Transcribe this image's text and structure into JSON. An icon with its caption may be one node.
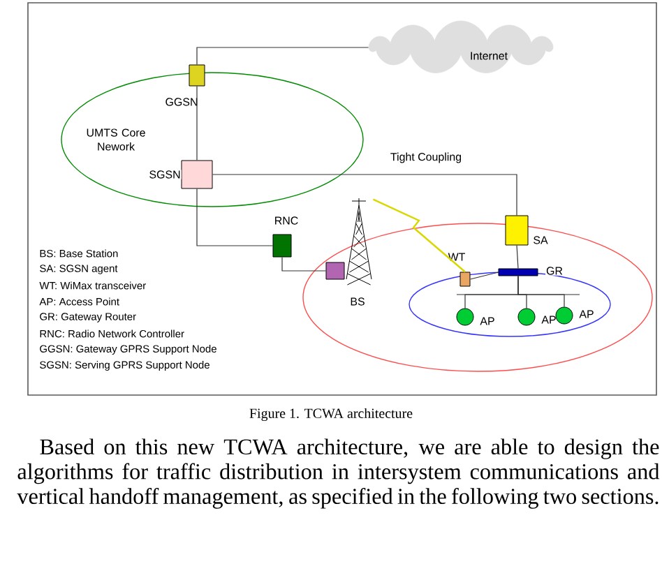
{
  "diagram": {
    "caption": "Figure 1. TCWA architecture",
    "nodes": [
      {
        "text": [
          "UMTS Core Nework"
        ]
      },
      {
        "text": [
          "Internet"
        ]
      },
      {
        "text": [],
        "shape": "box",
        "beside": [
          "GGSN"
        ]
      },
      {
        "text": [],
        "shape": "box",
        "beside": [
          "SGSN"
        ],
        "in": 0
      },
      {
        "text": [],
        "shape": "box",
        "beside": [
          "RNC"
        ]
      },
      {
        "text": [],
        "shape": "ellipse"
      },
      {
        "text": [],
        "shape": "box",
        "in": 5
      },
      {
        "text": [],
        "shape": "picture",
        "beside": [
          "BS"
        ]
      },
      {
        "text": [],
        "shape": "box",
        "beside": [
          "SA"
        ]
      },
      {
        "text": [],
        "shape": "ellipse",
        "in": 5
      },
      {
        "text": [],
        "shape": "box",
        "beside": [
          "WT"
        ],
        "in": 9
      },
      {
        "text": [],
        "shape": "bar",
        "beside": [
          "GR"
        ],
        "in": 9
      },
      {
        "text": [],
        "shape": "circle",
        "beside": [
          "AP"
        ],
        "in": 9
      },
      {
        "text": [],
        "shape": "circle",
        "beside": [
          "AP"
        ],
        "in": 9
      },
      {
        "text": [],
        "shape": "circle",
        "beside": [
          "AP"
        ],
        "in": 9
      }
    ],
    "edges": [
      {
        "from": 1,
        "to": 2,
        "arrow": "none"
      },
      {
        "from": 2,
        "to": 3,
        "arrow": "none"
      },
      {
        "from": 3,
        "to": 4,
        "arrow": "none"
      },
      {
        "from": 4,
        "to": 6,
        "arrow": "none"
      },
      {
        "from": 3,
        "to": 8,
        "arrow": "none",
        "label": "Tight Coupling"
      },
      {
        "from": 8,
        "to": 11,
        "arrow": "none"
      },
      {
        "from": 7,
        "to": 10,
        "arrow": "none",
        "color": "#d8d800"
      },
      {
        "from": 10,
        "to": 11,
        "arrow": "none"
      },
      {
        "from": 11,
        "to": 12,
        "arrow": "none"
      },
      {
        "from": 11,
        "to": 13,
        "arrow": "none"
      },
      {
        "from": 11,
        "to": 14,
        "arrow": "none"
      }
    ],
    "labels": [
      "BS: Base Station",
      "SA: SGSN agent",
      "WT: WiMax transceiver",
      "AP: Access Point",
      "GR: Gateway Router",
      "RNC: Radio Network Controller",
      "GGSN: Gateway GPRS Support Node",
      "SGSN: Serving GPRS Support Node",
      "Based on this new TCWA architecture, we are able to design the algorithms for traffic distribution in intersystem communications and vertical handoff management, as specified in the following two sections."
    ]
  }
}
